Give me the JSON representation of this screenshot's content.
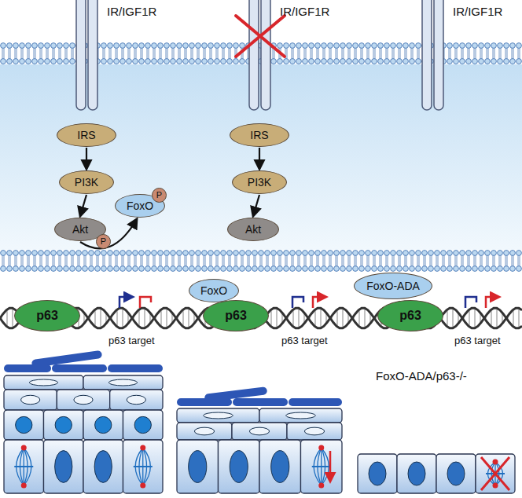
{
  "diagram": {
    "nodes": [
      {
        "text": [
          "IRS"
        ]
      },
      {
        "text": [
          "PI3K"
        ]
      },
      {
        "text": [
          "Akt"
        ]
      },
      {
        "text": [
          "P"
        ],
        "in": 2
      },
      {
        "text": [
          "FoxO"
        ]
      },
      {
        "text": [
          "P"
        ],
        "in": 4
      },
      {
        "text": [
          "p63"
        ]
      },
      {
        "text": [
          "IRS"
        ]
      },
      {
        "text": [
          "PI3K"
        ]
      },
      {
        "text": [
          "Akt"
        ]
      },
      {
        "text": [
          "FoxO"
        ]
      },
      {
        "text": [
          "p63"
        ]
      },
      {
        "text": [
          "FoxO-ADA"
        ]
      },
      {
        "text": [
          "p63"
        ]
      }
    ],
    "edges": [
      {
        "from": 0,
        "to": 1,
        "arrow": "to"
      },
      {
        "from": 1,
        "to": 2,
        "arrow": "to"
      },
      {
        "from": 2,
        "to": 4,
        "arrow": "to"
      },
      {
        "from": 7,
        "to": 8,
        "arrow": "to"
      },
      {
        "from": 8,
        "to": 9,
        "arrow": "to"
      }
    ],
    "labels": [
      "IR/IGF1R",
      "IR/IGF1R",
      "IR/IGF1R",
      "p63 target",
      "p63 target",
      "p63 target",
      "FoxO-ADA/p63-/-"
    ]
  }
}
